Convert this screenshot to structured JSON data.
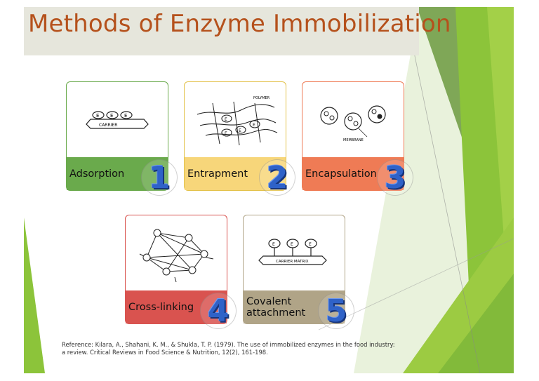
{
  "title": "Methods of Enzyme Immobilization",
  "colors": {
    "title": "#b5511c",
    "green": "#6aaa4c",
    "yellow": "#f7d67a",
    "orange": "#ef7b55",
    "red": "#d9534f",
    "taupe": "#b0a487",
    "number": "#2f62c8"
  },
  "methods": [
    {
      "label": "Adsorption",
      "number": "1",
      "sketch_text": [
        "CARRIER"
      ]
    },
    {
      "label": "Entrapment",
      "number": "2",
      "sketch_text": [
        "POLYMER"
      ]
    },
    {
      "label": "Encapsulation",
      "number": "3",
      "sketch_text": [
        "MEMBRANE"
      ]
    },
    {
      "label": "Cross-linking",
      "number": "4",
      "sketch_text": []
    },
    {
      "label": "Covalent attachment",
      "number": "5",
      "sketch_text": [
        "CARRIER MATRIX"
      ]
    }
  ],
  "reference": "Reference: Kilara, A., Shahani, K. M., & Shukla, T. P. (1979). The use of immobilized enzymes in the food industry: a review. Critical Reviews in Food Science & Nutrition, 12(2), 161-198."
}
